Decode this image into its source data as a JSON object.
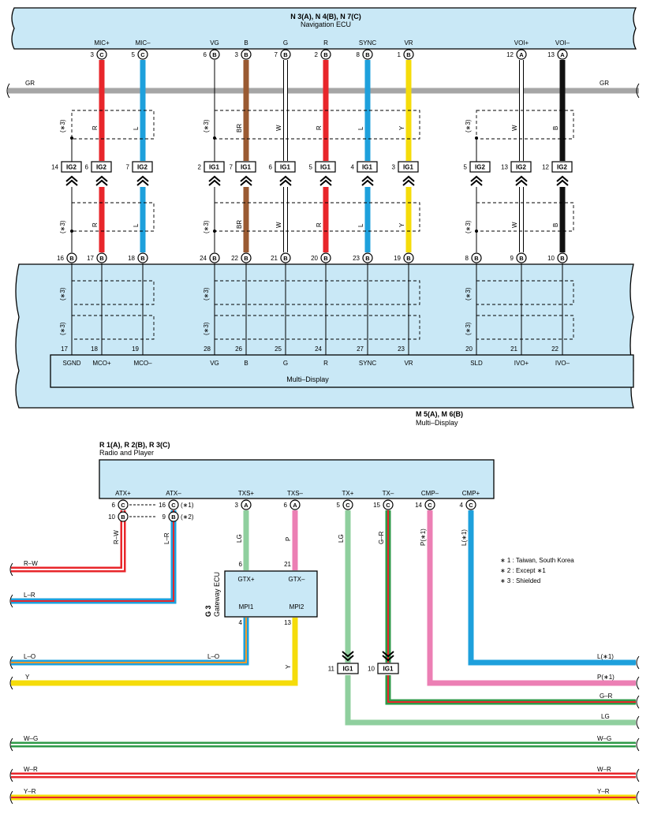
{
  "navigation_ecu": {
    "connectors": "N 3(A), N 4(B), N 7(C)",
    "name": "Navigation ECU"
  },
  "multi_display": {
    "connectors": "M 5(A), M 6(B)",
    "name": "Multi–Display",
    "box_label": "Multi–Display"
  },
  "radio": {
    "connectors": "R 1(A), R 2(B), R 3(C)",
    "name": "Radio and Player"
  },
  "gateway": {
    "connector": "G 3",
    "name": "Gateway ECU",
    "pins": [
      "GTX+",
      "GTX–",
      "MPI1",
      "MPI2"
    ],
    "pin_numbers": [
      "6",
      "21",
      "4",
      "13"
    ]
  },
  "gr_label": "GR",
  "shield_label": "(∗3)",
  "nav_pins": [
    {
      "label": "MIC+",
      "pin": "3",
      "conn": "C"
    },
    {
      "label": "MIC–",
      "pin": "5",
      "conn": "C"
    },
    {
      "label": "VG",
      "pin": "6",
      "conn": "B"
    },
    {
      "label": "B",
      "pin": "3",
      "conn": "B"
    },
    {
      "label": "G",
      "pin": "7",
      "conn": "B"
    },
    {
      "label": "R",
      "pin": "2",
      "conn": "B"
    },
    {
      "label": "SYNC",
      "pin": "8",
      "conn": "B"
    },
    {
      "label": "VR",
      "pin": "1",
      "conn": "B"
    },
    {
      "label": "VOI+",
      "pin": "12",
      "conn": "A"
    },
    {
      "label": "VOI–",
      "pin": "13",
      "conn": "A"
    }
  ],
  "ig_joints": [
    {
      "pin": "14",
      "name": "IG2"
    },
    {
      "pin": "6",
      "name": "IG2"
    },
    {
      "pin": "7",
      "name": "IG2"
    },
    {
      "pin": "2",
      "name": "IG1"
    },
    {
      "pin": "7",
      "name": "IG1"
    },
    {
      "pin": "6",
      "name": "IG1"
    },
    {
      "pin": "5",
      "name": "IG1"
    },
    {
      "pin": "4",
      "name": "IG1"
    },
    {
      "pin": "3",
      "name": "IG1"
    },
    {
      "pin": "5",
      "name": "IG2"
    },
    {
      "pin": "13",
      "name": "IG2"
    },
    {
      "pin": "12",
      "name": "IG2"
    }
  ],
  "wire_colors_upper": [
    "R",
    "L",
    "BR",
    "W",
    "R",
    "L",
    "Y",
    "W",
    "B"
  ],
  "md_top_pins": [
    "16",
    "17",
    "18",
    "24",
    "22",
    "21",
    "20",
    "23",
    "19",
    "8",
    "9",
    "10"
  ],
  "md_bottom_pins": [
    "17",
    "18",
    "19",
    "28",
    "26",
    "25",
    "24",
    "27",
    "23",
    "20",
    "21",
    "22"
  ],
  "md_labels": [
    "SGND",
    "MCO+",
    "MCO–",
    "VG",
    "B",
    "G",
    "R",
    "SYNC",
    "VR",
    "SLD",
    "IVO+",
    "IVO–"
  ],
  "radio_pins": [
    {
      "label": "ATX+",
      "pin": "6",
      "conn": "C"
    },
    {
      "label": "ATX–",
      "pin": "16",
      "conn": "C"
    },
    {
      "label": "TXS+",
      "pin": "3",
      "conn": "A"
    },
    {
      "label": "TXS–",
      "pin": "6",
      "conn": "A"
    },
    {
      "label": "TX+",
      "pin": "5",
      "conn": "C"
    },
    {
      "label": "TX–",
      "pin": "15",
      "conn": "C"
    },
    {
      "label": "CMP–",
      "pin": "14",
      "conn": "C"
    },
    {
      "label": "CMP+",
      "pin": "4",
      "conn": "C"
    }
  ],
  "radio_alt_pins": {
    "atx_plus": "10",
    "atx_minus": "9",
    "note1": "(∗1)",
    "note2": "(∗2)"
  },
  "radio_wire_labels": [
    "R–W",
    "L–R",
    "LG",
    "P",
    "LG",
    "G–R",
    "P(∗1)",
    "L(∗1)"
  ],
  "lower_joints": [
    {
      "pin": "11",
      "name": "IG1"
    },
    {
      "pin": "10",
      "name": "IG1"
    }
  ],
  "lower_wires": {
    "rw": "R–W",
    "lr": "L–R",
    "lo_left": "L–O",
    "lo_mid": "L–O",
    "y_left": "Y",
    "y_mid": "Y",
    "l1": "L(∗1)",
    "p1": "P(∗1)",
    "gr": "G–R",
    "lg": "LG",
    "wg": "W–G",
    "wr": "W–R",
    "yr": "Y–R"
  },
  "notes": [
    "∗ 1 : Taiwan,  South Korea",
    "∗ 2 : Except ∗1",
    "∗ 3 : Shielded"
  ],
  "colors": {
    "ecu_fill": "#c9e8f6",
    "red": "#e8262b",
    "blue": "#1ea0dc",
    "brown": "#9a5a32",
    "yellow": "#f5dc0a",
    "pink": "#ec7fb4",
    "lightgreen": "#8fcf9e",
    "green": "#2e9a48",
    "gray": "#a6a6a6",
    "black": "#111111",
    "orange": "#f29a2e"
  }
}
